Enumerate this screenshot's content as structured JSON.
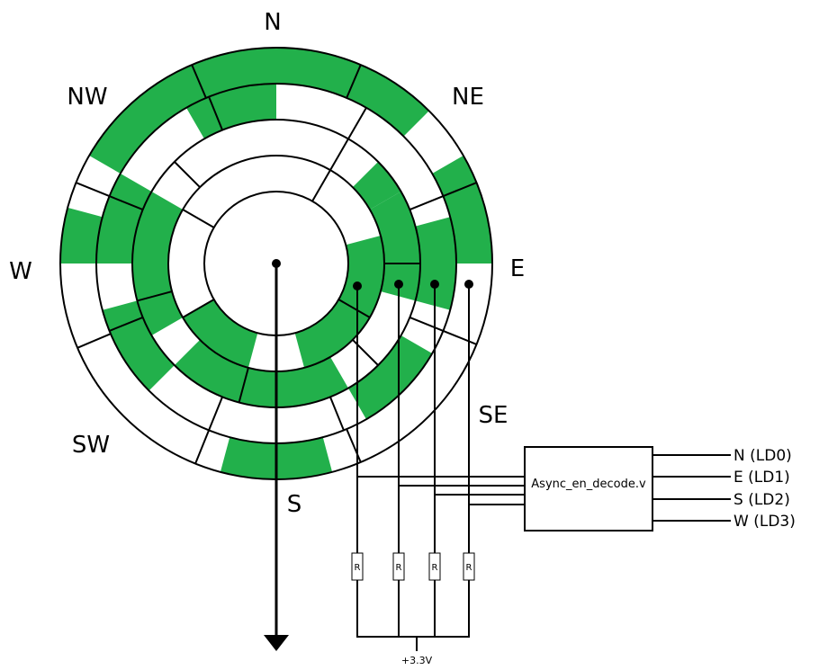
{
  "compass": {
    "n": "N",
    "ne": "NE",
    "e": "E",
    "se": "SE",
    "s": "S",
    "sw": "SW",
    "w": "W",
    "nw": "NW"
  },
  "decoder": {
    "label": "Async_en_decode.v",
    "outputs": [
      "N (LD0)",
      "E (LD1)",
      "S (LD2)",
      "W (LD3)"
    ]
  },
  "resistors": [
    "R",
    "R",
    "R",
    "R"
  ],
  "supply": "+3.3V",
  "colors": {
    "track": "#22b04b",
    "line": "#000000",
    "background": "#ffffff"
  },
  "encoder": {
    "tracks": [
      {
        "name": "track-1-inner",
        "segments": [
          [
            -15,
            75
          ],
          [
            105,
            150
          ]
        ]
      },
      {
        "name": "track-2",
        "segments": [
          [
            -30,
            15
          ],
          [
            60,
            135
          ],
          [
            150,
            210
          ],
          [
            -45,
            -30
          ]
        ]
      },
      {
        "name": "track-3",
        "segments": [
          [
            -15,
            15
          ],
          [
            30,
            60
          ],
          [
            135,
            165
          ],
          [
            180,
            210
          ],
          [
            240,
            270
          ]
        ]
      },
      {
        "name": "track-4-outer",
        "segments": [
          [
            -90,
            -45
          ],
          [
            -30,
            0
          ],
          [
            75,
            105
          ],
          [
            180,
            195
          ],
          [
            210,
            270
          ]
        ]
      }
    ]
  }
}
